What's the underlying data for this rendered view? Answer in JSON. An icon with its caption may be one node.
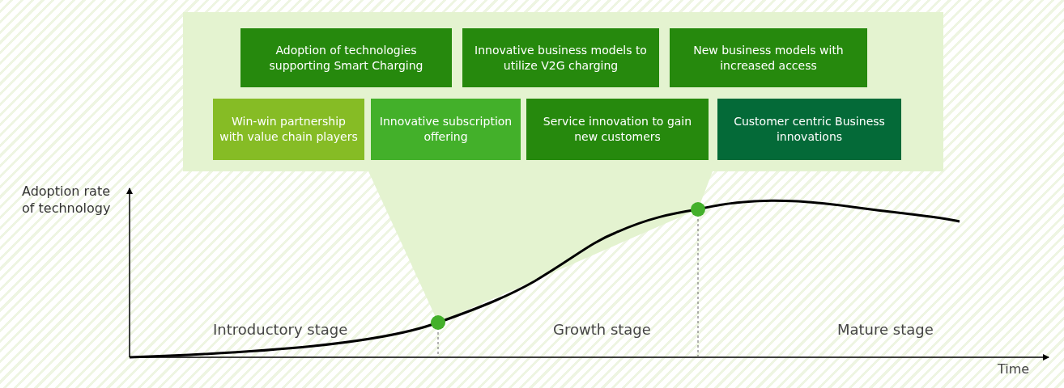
{
  "diagram": {
    "nodes": [
      {
        "text": [],
        "shape": "box"
      },
      {
        "text": [
          "Adoption of technologies supporting Smart Charging"
        ],
        "in": 0
      },
      {
        "text": [
          "Innovative business models to utilize V2G charging"
        ],
        "in": 0
      },
      {
        "text": [
          "New business models with increased access"
        ],
        "in": 0
      },
      {
        "text": [
          "Win-win partnership with value chain players"
        ],
        "in": 0
      },
      {
        "text": [
          "Innovative subscription offering"
        ],
        "in": 0
      },
      {
        "text": [
          "Service innovation to gain new customers"
        ],
        "in": 0
      },
      {
        "text": [
          "Customer centric Business innovations"
        ],
        "in": 0
      }
    ],
    "edges": [],
    "labels": [
      "Adoption rate of technology",
      "Introductory stage",
      "Growth stage",
      "Mature stage",
      "Time"
    ]
  }
}
